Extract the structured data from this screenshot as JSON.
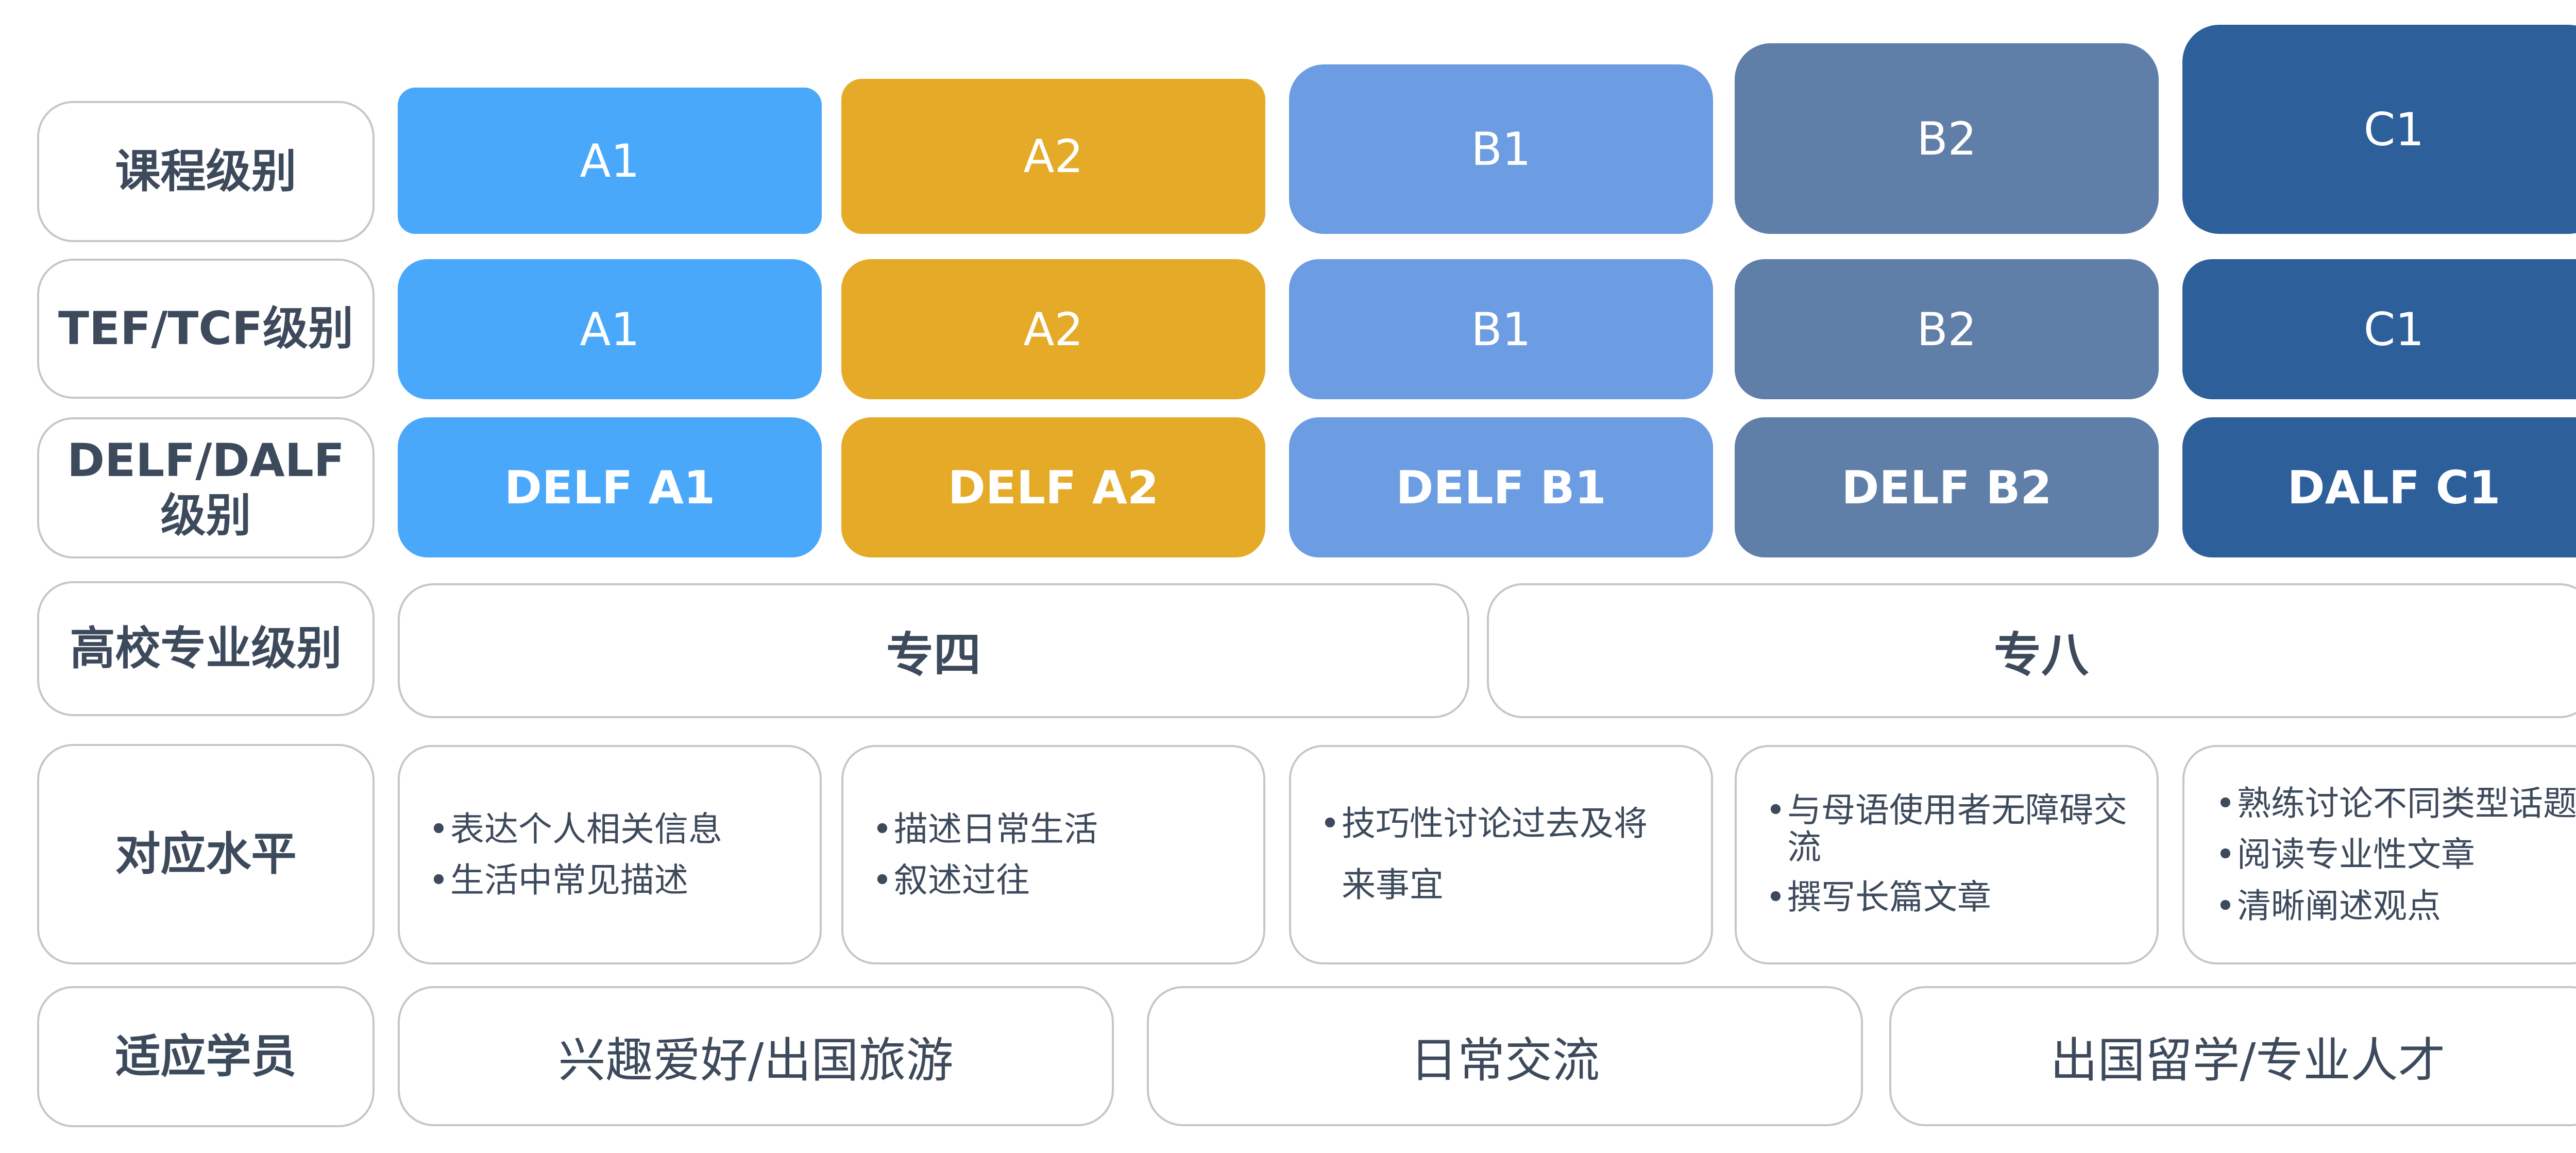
{
  "row_labels": {
    "course": "课程级别",
    "tef": "TEF/TCF级别",
    "delf_line1": "DELF/DALF",
    "delf_line2": "级别",
    "university": "高校专业级别",
    "level": "对应水平",
    "students": "适应学员"
  },
  "course_levels": [
    "A1",
    "A2",
    "B1",
    "B2",
    "C1"
  ],
  "tef_levels": [
    "A1",
    "A2",
    "B1",
    "B2",
    "C1"
  ],
  "delf_levels": [
    "DELF A1",
    "DELF A2",
    "DELF B1",
    "DELF B2",
    "DALF C1"
  ],
  "university_levels": [
    "专四",
    "专八"
  ],
  "descriptions": [
    [
      "表达个人相关信息",
      "生活中常见描述"
    ],
    [
      "描述日常生活",
      "叙述过往"
    ],
    [
      "技巧性讨论过去及将来事宜"
    ],
    [
      "与母语使用者无障碍交流",
      "撰写长篇文章"
    ],
    [
      "熟练讨论不同类型话题",
      "阅读专业性文章",
      "清晰阐述观点"
    ]
  ],
  "students": [
    "兴趣爱好/出国旅游",
    "日常交流",
    "出国留学/专业人才"
  ],
  "colors": {
    "A1": "#4aa8fb",
    "A2": "#e5aa27",
    "B1": "#6c9de2",
    "B2": "#5f7ea8",
    "C1": "#2d5f9b",
    "border": "#c3c7cd",
    "text": "#3d4a5c"
  }
}
